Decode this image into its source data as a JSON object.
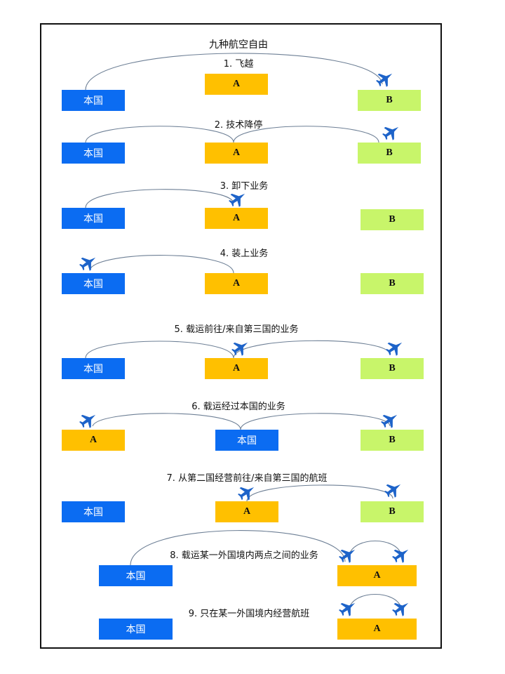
{
  "title": "九种航空自由",
  "colors": {
    "home": "#0b6cf2",
    "country_a": "#ffc000",
    "country_b": "#c8f56a",
    "plane": "#1d63c9"
  },
  "icon": "airplane-icon",
  "rows": [
    {
      "label": "1. 飞越",
      "boxes": [
        "本国",
        "A",
        "B"
      ]
    },
    {
      "label": "2. 技术降停",
      "boxes": [
        "本国",
        "A",
        "B"
      ]
    },
    {
      "label": "3. 卸下业务",
      "boxes": [
        "本国",
        "A",
        "B"
      ]
    },
    {
      "label": "4. 装上业务",
      "boxes": [
        "本国",
        "A",
        "B"
      ]
    },
    {
      "label": "5. 载运前往/来自第三国的业务",
      "boxes": [
        "本国",
        "A",
        "B"
      ]
    },
    {
      "label": "6. 载运经过本国的业务",
      "boxes": [
        "A",
        "本国",
        "B"
      ]
    },
    {
      "label": "7. 从第二国经营前往/来自第三国的航班",
      "boxes": [
        "本国",
        "A",
        "B"
      ]
    },
    {
      "label": "8. 载运某一外国境内两点之间的业务",
      "boxes": [
        "本国",
        "A"
      ]
    },
    {
      "label": "9. 只在某一外国境内经营航班",
      "boxes": [
        "本国",
        "A"
      ]
    }
  ]
}
